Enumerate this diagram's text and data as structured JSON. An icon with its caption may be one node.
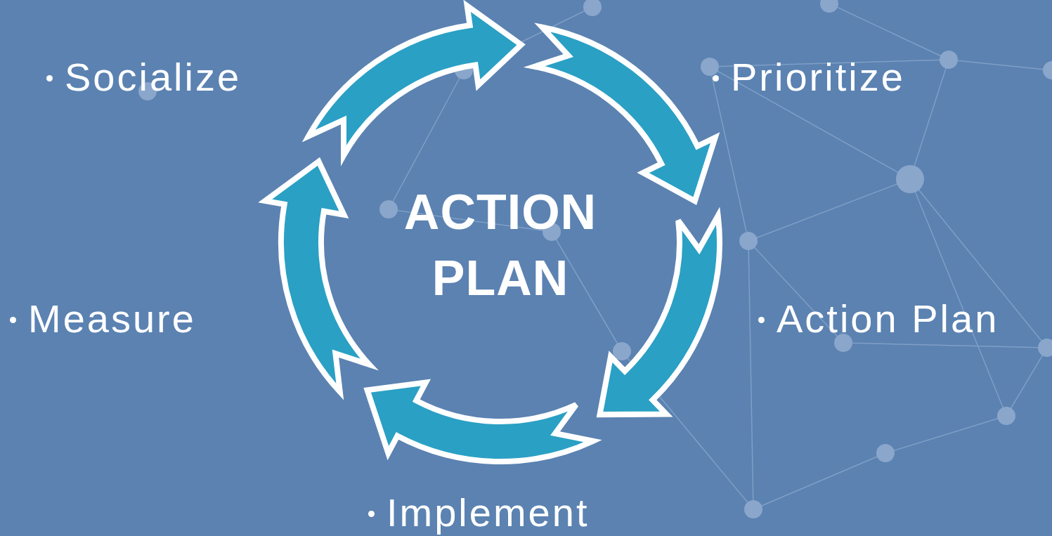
{
  "diagram": {
    "nodes": [
      {
        "text": [
          "ACTION PLAN"
        ]
      }
    ],
    "labels": [
      "Socialize",
      "Prioritize",
      "Measure",
      "Action Plan",
      "Implement"
    ]
  }
}
